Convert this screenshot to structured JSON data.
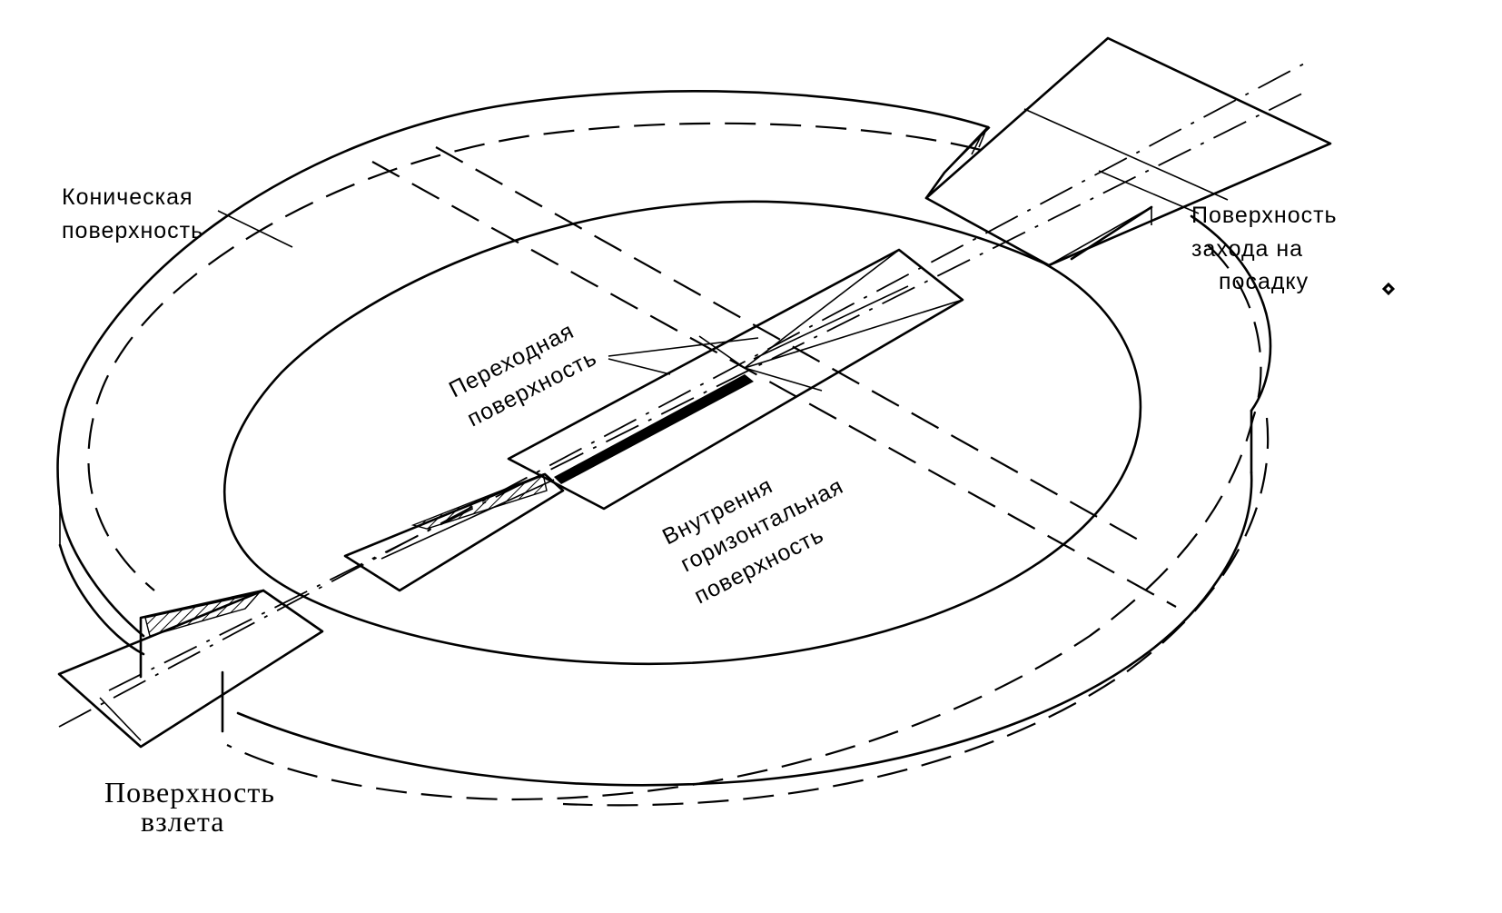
{
  "labels": {
    "conical_l1": "Коническая",
    "conical_l2": "поверхность",
    "approach_l1": "Поверхность",
    "approach_l2": "захода на",
    "approach_l3": "посадку",
    "transitional_l1": "Переходная",
    "transitional_l2": "поверхность",
    "inner_l1": "Внутрення",
    "inner_l2": "горизонтальная",
    "inner_l3": "поверхность",
    "takeoff_l1": "Поверхность",
    "takeoff_l2": "взлета"
  },
  "icons": {
    "marker": "diamond-bullet-icon"
  },
  "colors": {
    "ink": "#000000",
    "paper": "#ffffff"
  }
}
